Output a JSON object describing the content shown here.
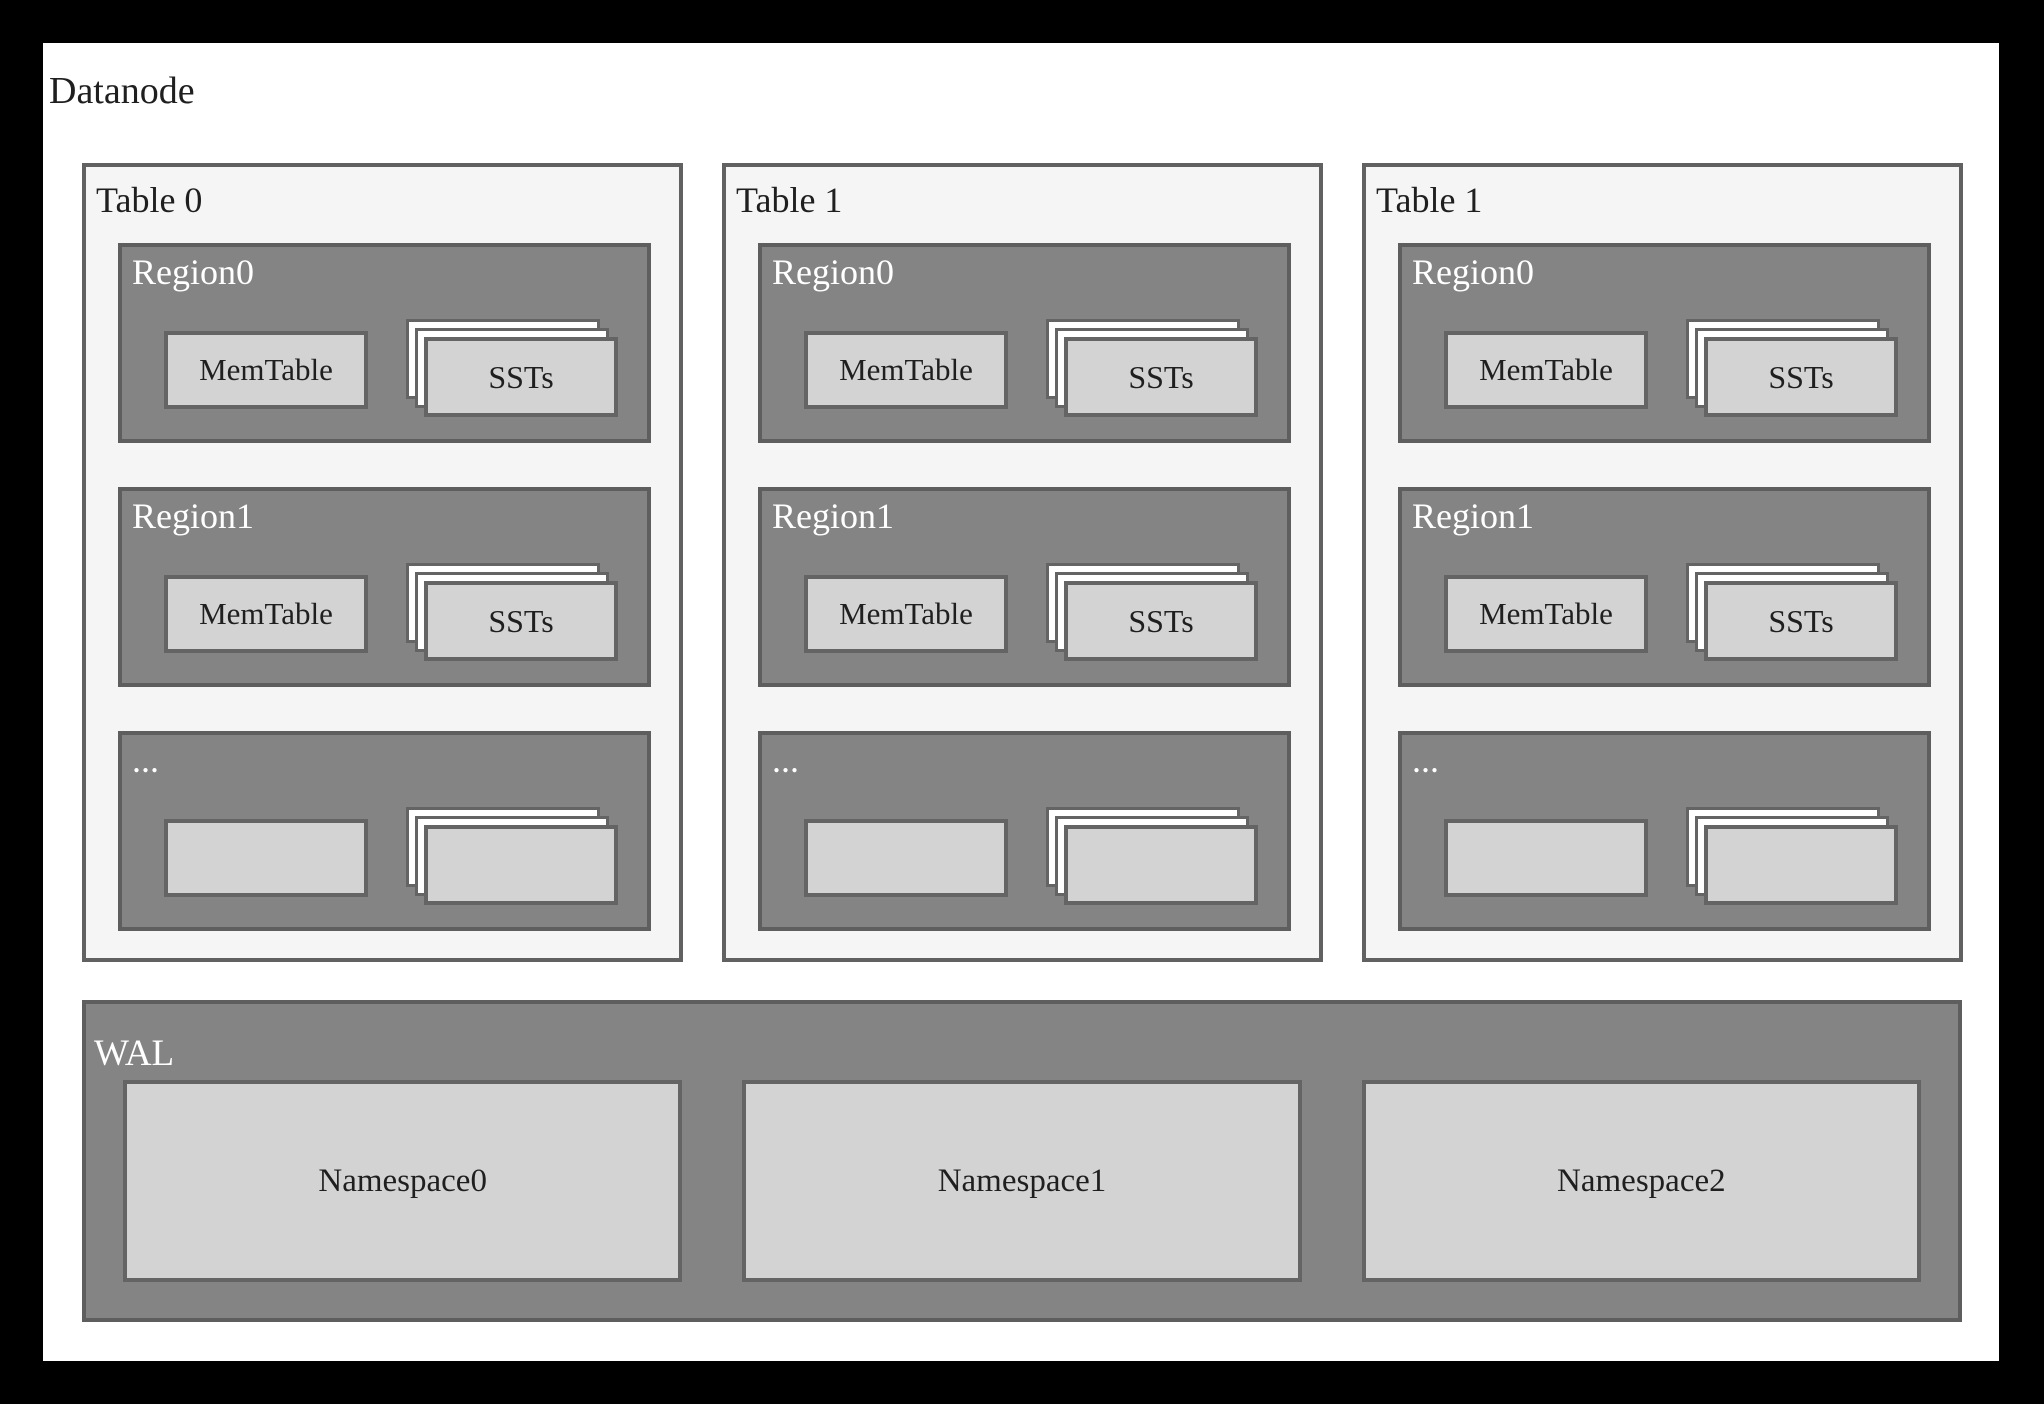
{
  "title": "Datanode",
  "tables": [
    {
      "label": "Table 0",
      "regions": [
        {
          "label": "Region0",
          "memtable": "MemTable",
          "ssts": "SSTs"
        },
        {
          "label": "Region1",
          "memtable": "MemTable",
          "ssts": "SSTs"
        },
        {
          "label": "...",
          "memtable": "",
          "ssts": ""
        }
      ]
    },
    {
      "label": "Table 1",
      "regions": [
        {
          "label": "Region0",
          "memtable": "MemTable",
          "ssts": "SSTs"
        },
        {
          "label": "Region1",
          "memtable": "MemTable",
          "ssts": "SSTs"
        },
        {
          "label": "...",
          "memtable": "",
          "ssts": ""
        }
      ]
    },
    {
      "label": "Table 1",
      "regions": [
        {
          "label": "Region0",
          "memtable": "MemTable",
          "ssts": "SSTs"
        },
        {
          "label": "Region1",
          "memtable": "MemTable",
          "ssts": "SSTs"
        },
        {
          "label": "...",
          "memtable": "",
          "ssts": ""
        }
      ]
    }
  ],
  "wal": {
    "label": "WAL",
    "namespaces": [
      {
        "label": "Namespace0"
      },
      {
        "label": "Namespace1"
      },
      {
        "label": "Namespace2"
      }
    ]
  },
  "colors": {
    "frame": "#000000",
    "page": "#ffffff",
    "table_fill": "#f5f5f5",
    "table_border": "#616161",
    "region_fill": "#848484",
    "region_border": "#5e5e5e",
    "box_fill": "#d3d3d3",
    "box_border": "#646464",
    "sst_back_fill": "#ffffff",
    "label_dark": "#1f1f1f",
    "label_light": "#ffffff"
  }
}
